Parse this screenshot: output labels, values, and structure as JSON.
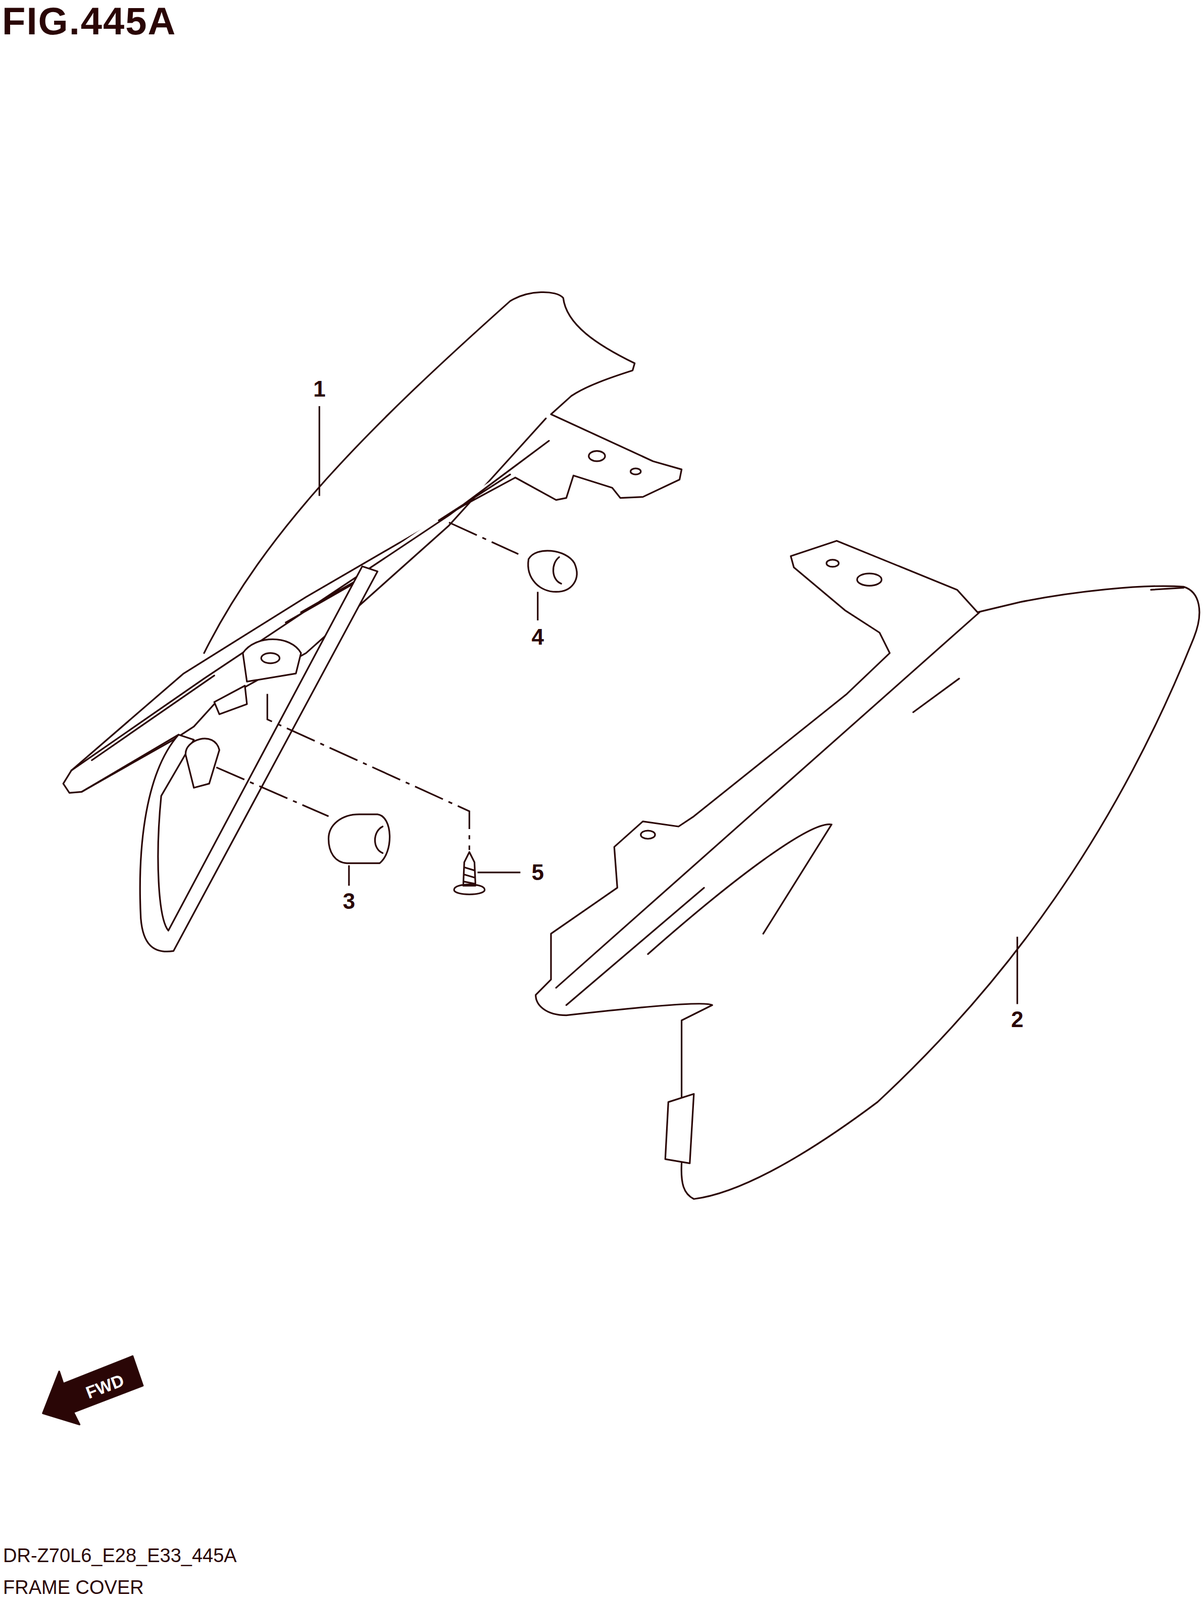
{
  "diagram": {
    "title": "FIG.445A",
    "labels": [
      "1",
      "4",
      "3",
      "5",
      "2",
      "FWD",
      "DR-Z70L6_E28_E33_445A",
      "FRAME COVER"
    ]
  }
}
